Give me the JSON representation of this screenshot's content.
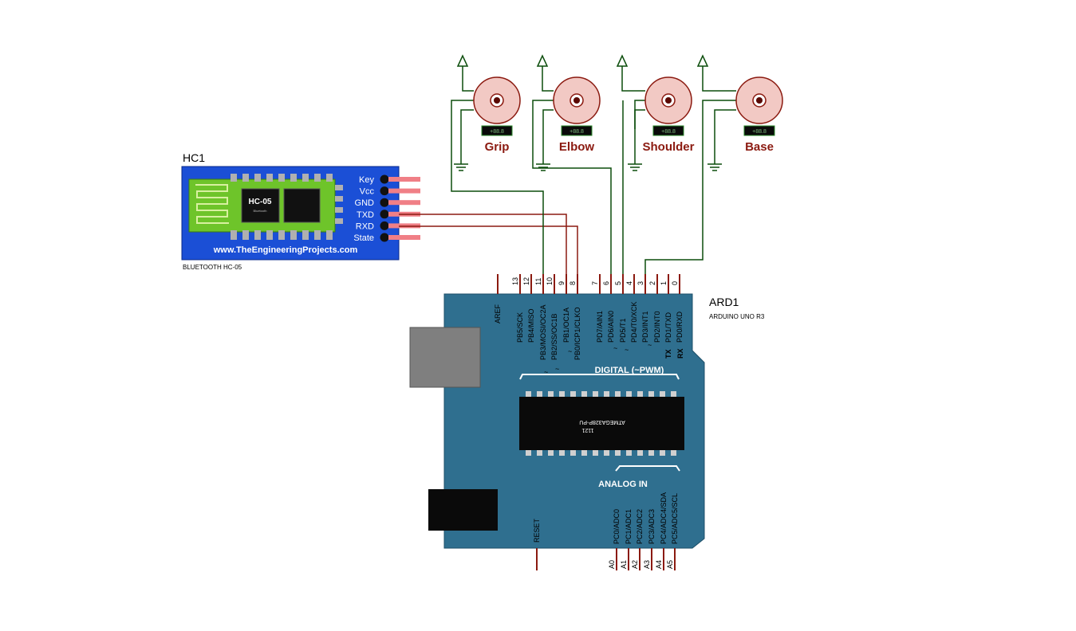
{
  "bluetooth": {
    "ref": "HC1",
    "value": "BLUETOOTH HC-05",
    "chip_label": "HC-05",
    "chip_sub": "Bluetooth",
    "url": "www.TheEngineeringProjects.com",
    "pins": [
      "Key",
      "Vcc",
      "GND",
      "TXD",
      "RXD",
      "State"
    ]
  },
  "motors": [
    {
      "name": "Grip",
      "display": "+88.8"
    },
    {
      "name": "Elbow",
      "display": "+88.8"
    },
    {
      "name": "Shoulder",
      "display": "+88.8"
    },
    {
      "name": "Base",
      "display": "+88.8"
    }
  ],
  "arduino": {
    "ref": "ARD1",
    "value": "ARDUINO UNO R3",
    "aref": "AREF",
    "reset": "RESET",
    "digital_label": "DIGITAL (~PWM)",
    "analog_label": "ANALOG IN",
    "chip_label": "ATMEGA328P-PU",
    "chip_sub": "1121",
    "tx": "TX",
    "rx": "RX",
    "digital_pins": [
      {
        "num": "13",
        "name": "PB5/SCK"
      },
      {
        "num": "12",
        "name": "PB4/MISO"
      },
      {
        "num": "11",
        "name": "PB3/MOSI/OC2A"
      },
      {
        "num": "10",
        "name": "PB2/SS/OC1B"
      },
      {
        "num": "9",
        "name": "PB1/OC1A"
      },
      {
        "num": "8",
        "name": "PB0/ICP1/CLKO"
      },
      {
        "num": "7",
        "name": "PD7/AIN1"
      },
      {
        "num": "6",
        "name": "PD6/AIN0"
      },
      {
        "num": "5",
        "name": "PD5/T1"
      },
      {
        "num": "4",
        "name": "PD4/T0/XCK"
      },
      {
        "num": "3",
        "name": "PD3/INT1"
      },
      {
        "num": "2",
        "name": "PD2/INT0"
      },
      {
        "num": "1",
        "name": "PD1/TXD"
      },
      {
        "num": "0",
        "name": "PD0/RXD"
      }
    ],
    "pwm_marks": [
      "~",
      "~",
      "~",
      "~",
      "~",
      "~"
    ],
    "analog_pins": [
      {
        "num": "A0",
        "name": "PC0/ADC0"
      },
      {
        "num": "A1",
        "name": "PC1/ADC1"
      },
      {
        "num": "A2",
        "name": "PC2/ADC2"
      },
      {
        "num": "A3",
        "name": "PC3/ADC3"
      },
      {
        "num": "A4",
        "name": "PC4/ADC4/SDA"
      },
      {
        "num": "A5",
        "name": "PC5/ADC5/SCL"
      }
    ]
  },
  "colors": {
    "board": "#2f6f8f",
    "wire": "#0b4d0b",
    "pin": "#8b1a10",
    "hc_blue": "#1b4fd6",
    "hc_green": "#6ec42a"
  }
}
